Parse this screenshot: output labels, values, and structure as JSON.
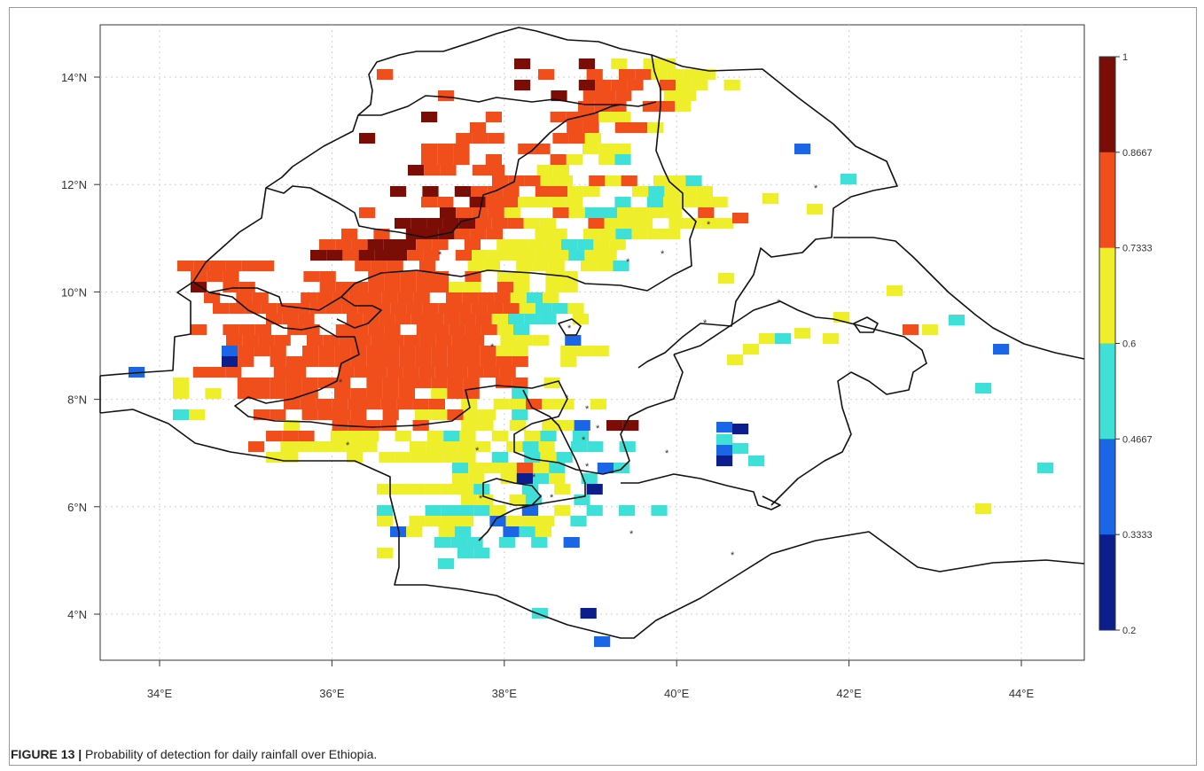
{
  "figure": {
    "caption_label": "FIGURE 13 |",
    "caption_text": " Probability of detection for daily rainfall over Ethiopia."
  },
  "map": {
    "lon_ticks": [
      "34°E",
      "36°E",
      "38°E",
      "40°E",
      "42°E",
      "44°E"
    ],
    "lat_ticks": [
      "14°N",
      "12°N",
      "10°N",
      "8°N",
      "6°N",
      "4°N"
    ],
    "colorbar": {
      "tick_labels": [
        "1",
        "0.8667",
        "0.7333",
        "0.6",
        "0.4667",
        "0.3333",
        "0.2"
      ],
      "colors": [
        "#7a0d06",
        "#f04e1b",
        "#eeee2a",
        "#3ee0d8",
        "#1a66e6",
        "#0b1e8c"
      ]
    }
  }
}
